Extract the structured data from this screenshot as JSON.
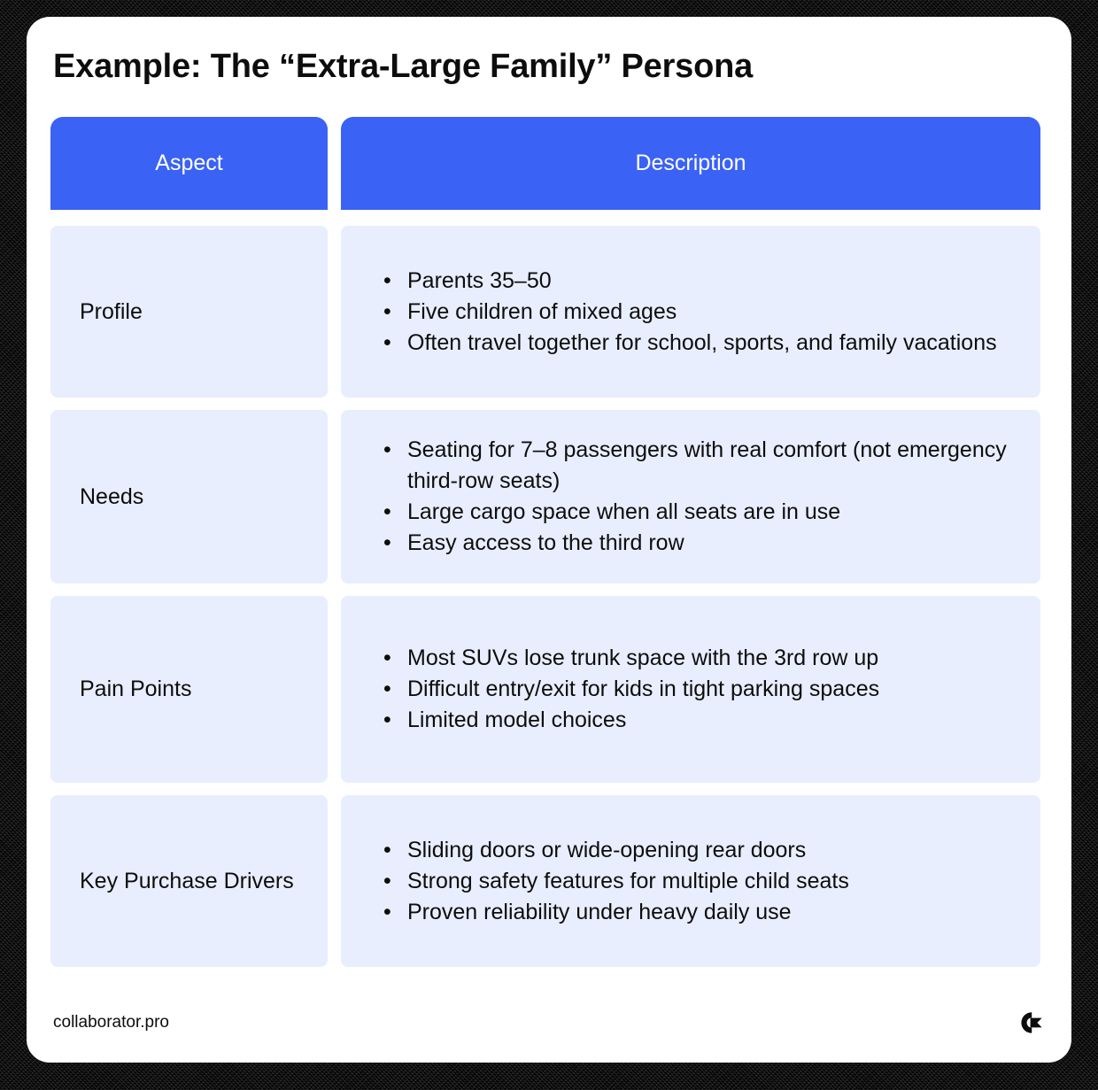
{
  "page": {
    "title": "Example: The “Extra-Large Family” Persona"
  },
  "colors": {
    "header_blue": "#3A62F5",
    "cell_blue": "#E8EEFD",
    "card_white": "#FFFFFF",
    "page_black": "#000000",
    "text_dark": "#0D0D0D"
  },
  "table": {
    "columns": [
      {
        "key": "aspect",
        "label": "Aspect"
      },
      {
        "key": "description",
        "label": "Description"
      }
    ],
    "rows": [
      {
        "aspect": "Profile",
        "description": [
          "Parents 35–50",
          "Five children of mixed ages",
          "Often travel together for school, sports, and family vacations"
        ]
      },
      {
        "aspect": "Needs",
        "description": [
          "Seating for 7–8 passengers with real comfort (not emergency third-row seats)",
          "Large cargo space when all seats are in use",
          "Easy access to the third row"
        ]
      },
      {
        "aspect": "Pain Points",
        "description": [
          "Most SUVs lose trunk space with the 3rd row up",
          "Difficult entry/exit for kids in tight parking spaces",
          "Limited model choices"
        ]
      },
      {
        "aspect": "Key Purchase Drivers",
        "description": [
          "Sliding doors or wide-opening rear doors",
          "Strong safety features for multiple child seats",
          "Proven reliability under heavy daily use"
        ]
      }
    ]
  },
  "footer": {
    "site_name": "collaborator.pro",
    "logo_icon": "collaborator-logo-icon"
  }
}
